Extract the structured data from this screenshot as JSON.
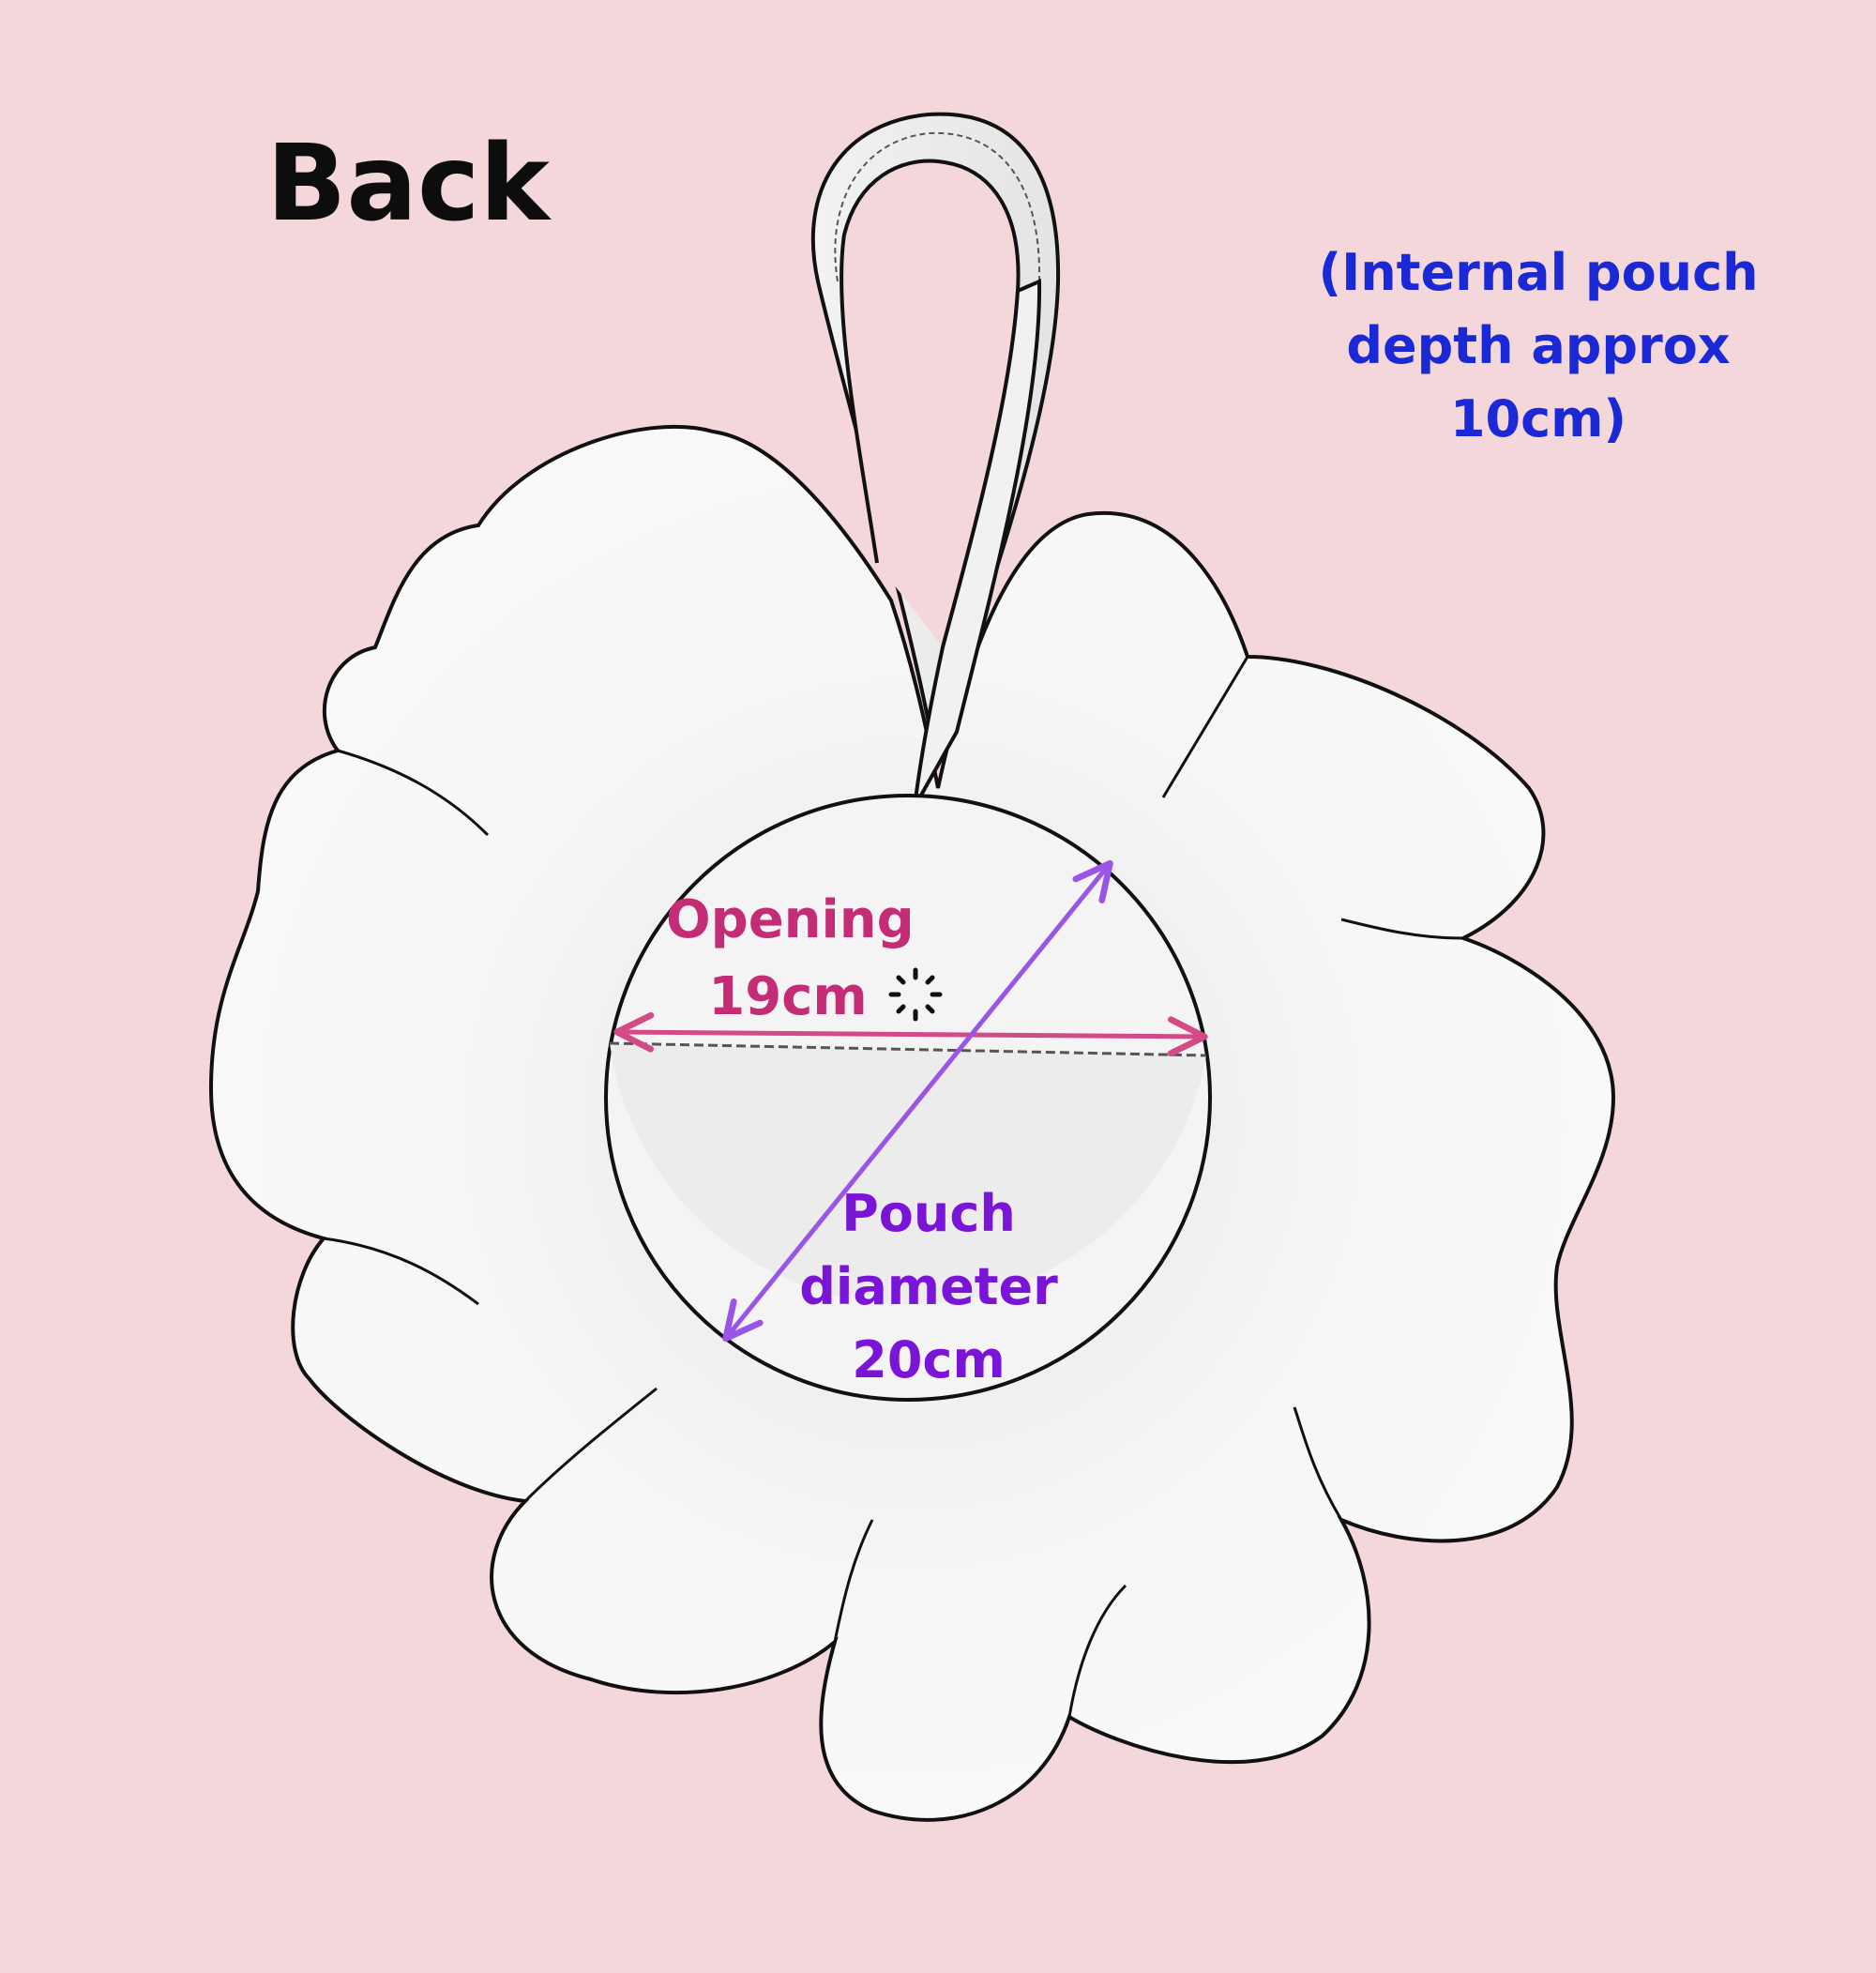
{
  "view_title": "Back",
  "depth_note": {
    "line1": "(Internal pouch",
    "line2": "depth approx",
    "line3": "10cm)"
  },
  "opening": {
    "line1": "Opening",
    "line2": "19cm"
  },
  "pouch_diameter": {
    "line1": "Pouch",
    "line2": "diameter",
    "line3": "20cm"
  },
  "colors": {
    "background": "#f4d7da",
    "fabric": "#f7f7f7",
    "outline": "#111111",
    "opening_arrow": "#d24a86",
    "diameter_arrow": "#9b55e6",
    "note_text": "#1a28d6"
  }
}
